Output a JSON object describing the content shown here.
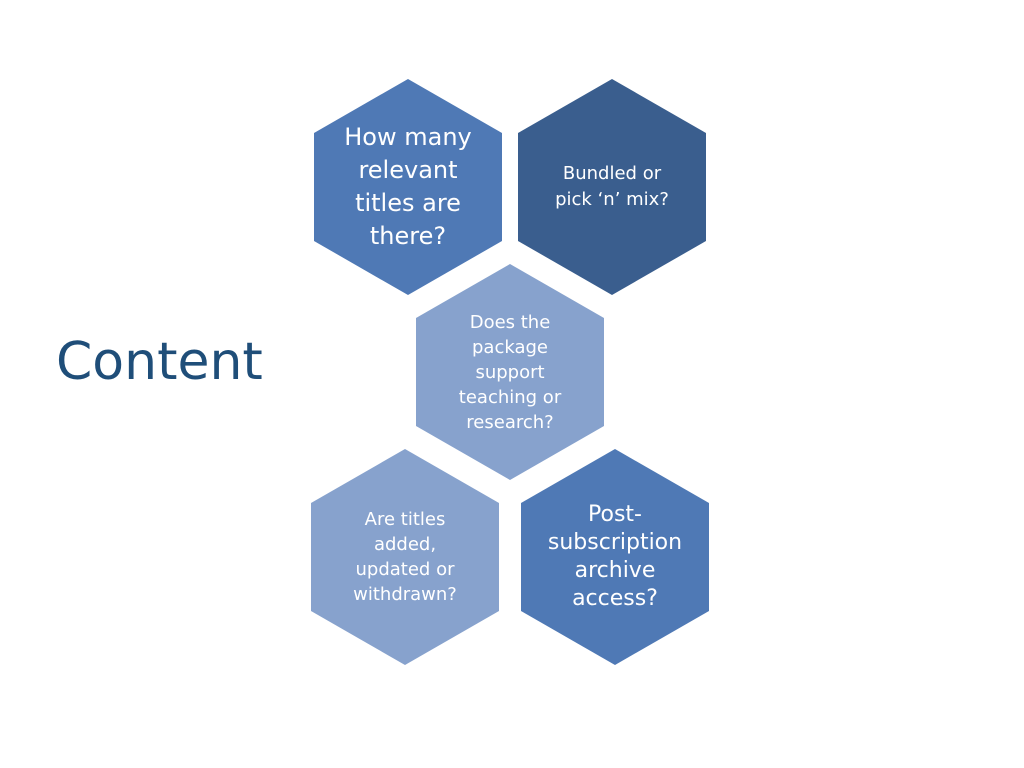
{
  "slide": {
    "title": "Content"
  },
  "hexagons": [
    {
      "text": "How many\nrelevant\ntitles are\nthere?",
      "color": "#4f79b5"
    },
    {
      "text": "Bundled or\npick ‘n’ mix?",
      "color": "#3a5e8e"
    },
    {
      "text": "Does the\npackage\nsupport\nteaching or\nresearch?",
      "color": "#87a2cd"
    },
    {
      "text": "Are titles\nadded,\nupdated or\nwithdrawn?",
      "color": "#87a2cd"
    },
    {
      "text": "Post-\nsubscription\narchive\naccess?",
      "color": "#4f79b5"
    }
  ]
}
